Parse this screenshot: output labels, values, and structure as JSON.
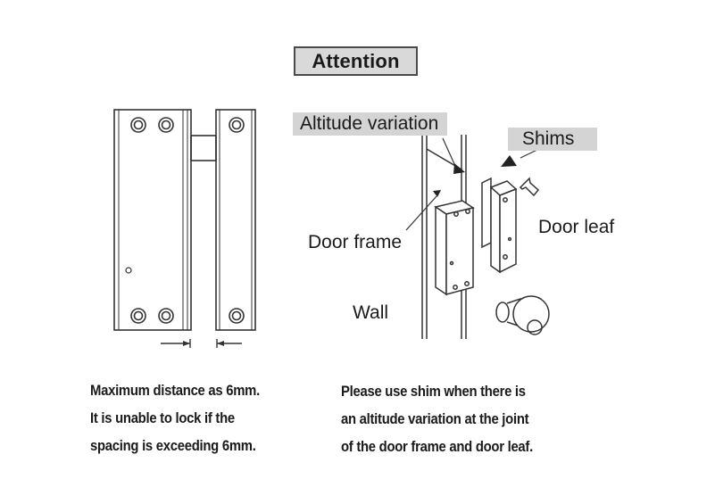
{
  "title": "Attention",
  "labels": {
    "altitude_variation": "Altitude variation",
    "shims": "Shims",
    "door_frame": "Door frame",
    "door_leaf": "Door leaf",
    "wall": "Wall"
  },
  "captions": {
    "left": [
      "Maximum distance as 6mm.",
      "It is unable to lock if the",
      "spacing is exceeding 6mm."
    ],
    "right": [
      "Please use shim when there is",
      "an altitude variation at the joint",
      "of the door frame and door leaf."
    ]
  }
}
